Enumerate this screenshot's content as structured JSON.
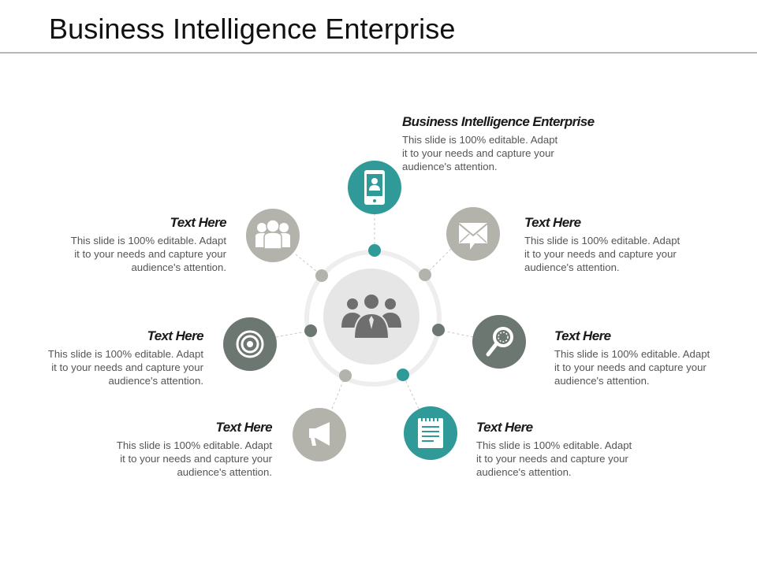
{
  "title": "Business Intelligence Enterprise",
  "colors": {
    "teal": "#2f9a98",
    "dark_gray": "#6d7772",
    "light_gray": "#b3b2ab",
    "hub": "#e6e6e6",
    "ring": "#eeeeee"
  },
  "center": {
    "icon": "people-group-icon"
  },
  "items": [
    {
      "id": "top",
      "icon": "mobile-profile-icon",
      "color": "teal",
      "heading": "Business Intelligence Enterprise",
      "lines": [
        "This slide is 100% editable. Adapt",
        "it to your needs and capture your",
        "audience's attention."
      ]
    },
    {
      "id": "upper-right",
      "icon": "mail-icon",
      "color": "light_gray",
      "heading": "Text Here",
      "lines": [
        "This slide is 100% editable. Adapt",
        "it to your needs and capture your",
        "audience's attention."
      ]
    },
    {
      "id": "middle-right",
      "icon": "search-icon",
      "color": "dark_gray",
      "heading": "Text Here",
      "lines": [
        "This slide is 100% editable. Adapt",
        "it to your needs and capture your",
        "audience's attention."
      ]
    },
    {
      "id": "lower-right",
      "icon": "notepad-icon",
      "color": "teal",
      "heading": "Text Here",
      "lines": [
        "This slide is 100% editable. Adapt",
        "it to your needs and capture your",
        "audience's attention."
      ]
    },
    {
      "id": "lower-left",
      "icon": "megaphone-icon",
      "color": "light_gray",
      "heading": "Text Here",
      "lines": [
        "This slide is 100% editable. Adapt",
        "it to your needs and capture your",
        "audience's attention."
      ]
    },
    {
      "id": "middle-left",
      "icon": "target-icon",
      "color": "dark_gray",
      "heading": "Text Here",
      "lines": [
        "This slide is 100% editable. Adapt",
        "it to your needs and capture your",
        "audience's attention."
      ]
    },
    {
      "id": "upper-left",
      "icon": "team-icon",
      "color": "light_gray",
      "heading": "Text Here",
      "lines": [
        "This slide is 100% editable. Adapt",
        "it to your needs and capture your",
        "audience's attention."
      ]
    }
  ]
}
